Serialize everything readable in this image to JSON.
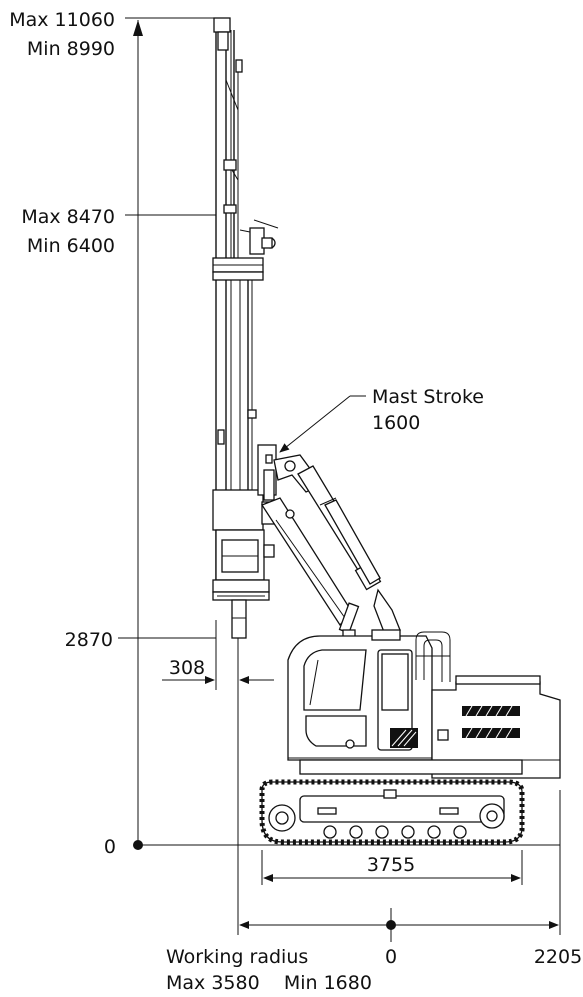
{
  "height_dims": {
    "top_max": "Max  11060",
    "top_min": "Min  8990",
    "mid_max": "Max  8470",
    "mid_min": "Min  6400",
    "lower": "2870",
    "ground": "0"
  },
  "offset_dim": "308",
  "mast_stroke": {
    "label": "Mast Stroke",
    "value": "1600"
  },
  "track_length": "3755",
  "radius": {
    "center": "0",
    "right": "2205",
    "label": "Working radius",
    "range": "Max 3580    Min 1680"
  }
}
